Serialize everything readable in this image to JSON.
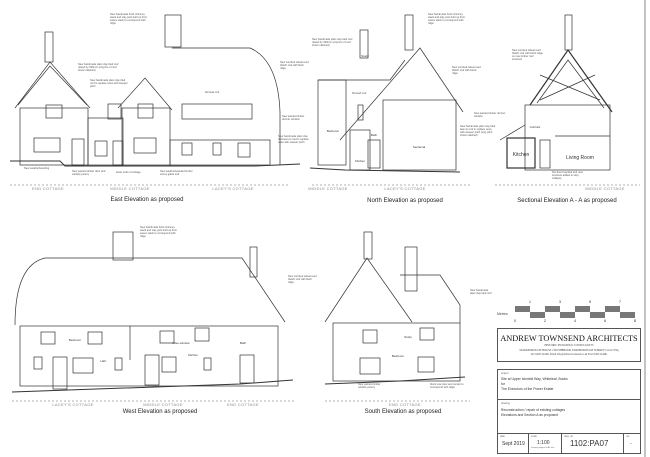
{
  "drawings": {
    "east": {
      "title": "East Elevation as proposed",
      "cottages": [
        "END COTTAGE",
        "MIDDLE COTTAGE",
        "LACEY'S COTTAGE"
      ],
      "notes": [
        "New handmade brick chimney stack and clay pots built up from eaves stack to correspond with ridge",
        "New handmade plain clay tiled roof raised by 300mm (orig line of roof shown dashed)",
        "New handmade plain clay tiled roof to replace ones with steeper pitch",
        "flat lead roof",
        "New combed wheat reed thatch roof with flush ridge",
        "New painted timber dormer window",
        "New handmade plain clay tiled lean-to roof to replace ones with steeper pitch",
        "New weatherboarding",
        "New painted timber door and window joinery",
        "lower ends of cottage",
        "New weatherboarded timber storey gable end"
      ]
    },
    "north": {
      "title": "North Elevation as proposed",
      "cottages": [
        "MIDDLE COTTAGE",
        "LACEY'S COTTAGE"
      ],
      "rooms": [
        "Bedroom",
        "Kitchen",
        "Bath",
        "Study",
        "Sectional"
      ],
      "notes": [
        "New handmade brick chimney stack and clay pots built up from eaves stack to correspond with ridge",
        "New handmade plain clay tiled roof raised by 300mm (orig line of roof shown dashed)",
        "flat lead roof",
        "New combed wheat reed thatch roof with block ridge"
      ]
    },
    "section": {
      "title": "Sectional Elevation A - A as proposed",
      "cottages": [
        "MIDDLE COTTAGE"
      ],
      "rooms": [
        "Kitchen",
        "Living Room",
        "Corridor"
      ],
      "notes": [
        "New combed wheat reed thatch roof with block ridge on new timber roof structure",
        "New painted timber dormer window",
        "New handmade plain clay tiled lean-to roof to replace ones with steeper pitch (orig pitch shown dashed)",
        "first floor boarded and new structure added to stop collapse"
      ]
    },
    "west": {
      "title": "West Elevation as proposed",
      "cottages": [
        "LACEY'S COTTAGE",
        "MIDDLE COTTAGE",
        "END COTTAGE"
      ],
      "rooms": [
        "Bedroom",
        "Hall",
        "Kitchen",
        "false window",
        "Bath"
      ],
      "notes": [
        "New handmade brick chimney stack and clay pots built up from eaves stack to correspond with ridge",
        "New combed wheat reed thatch roof with flush ridge"
      ]
    },
    "south": {
      "title": "South Elevation as proposed",
      "cottages": [
        "END COTTAGE"
      ],
      "rooms": [
        "Study",
        "Bedroom"
      ],
      "notes": [
        "New painted timber window joinery",
        "block new door and render to correspond with ridge",
        "New handmade plain clay tiled roof"
      ]
    }
  },
  "scale_bar": {
    "label": "Metres",
    "ticks": [
      "1",
      "3",
      "5",
      "7"
    ],
    "ticks_bottom": [
      "0",
      "2",
      "4",
      "6",
      "8"
    ]
  },
  "title_block": {
    "firm": "ANDREW TOWNSEND ARCHITECTS",
    "tagline": "HISTORIC BUILDINGS CONSULTANTS",
    "address": "MARLBOROUGH HOUSE  2 RUSHBROOK  FARNBOROUGH  SURREY  GU14 7DQ",
    "contact": "Tel 01483 224461   Email info@andrewtownsend.co.uk   Fax 01483 224461",
    "project_label": "project",
    "project_lines": [
      "Site at Upper Icknield Way, Whiteleaf, Bucks",
      "for",
      "The Executors of the Power Estate"
    ],
    "drawing_label": "drawing",
    "drawing_lines": [
      "Reconstruction / repair of existing cottages",
      "Elevations and Section A as proposed"
    ],
    "date_label": "date",
    "date": "Sept 2019",
    "scale_label": "scale",
    "scale": "1:100",
    "scale_note": "Drawing original is A3 size",
    "dwg_label": "dwg. no.",
    "dwg_no": "1102:PA07",
    "rev_label": "rev",
    "rev": "-"
  }
}
